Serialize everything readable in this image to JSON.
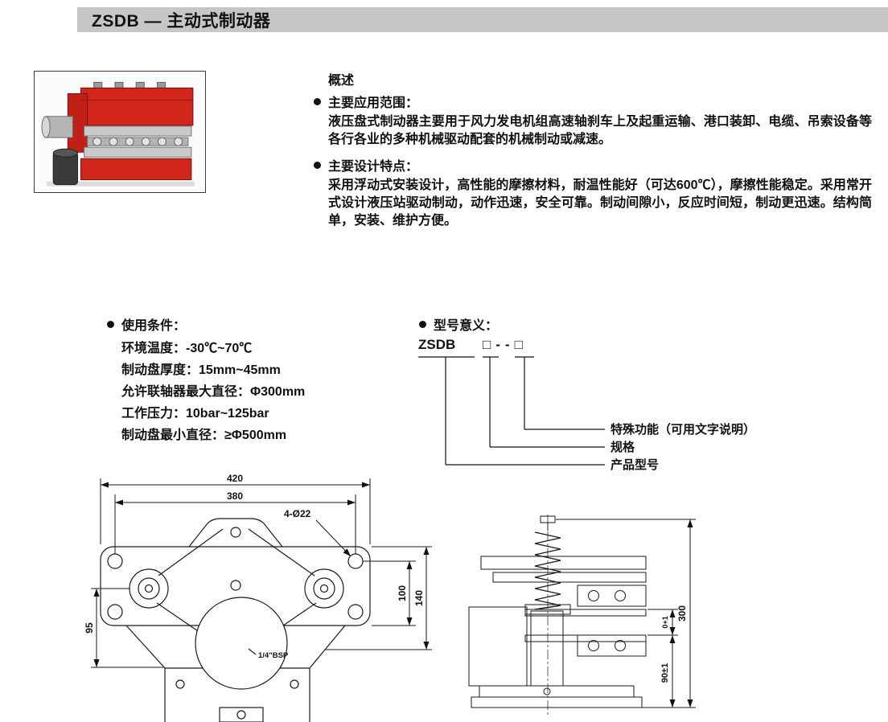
{
  "page": {
    "title": "ZSDB — 主动式制动器"
  },
  "overview": {
    "heading": "概述",
    "bullets": [
      {
        "label": "主要应用范围：",
        "text": "液压盘式制动器主要用于风力发电机组高速轴刹车上及起重运输、港口装卸、电缆、吊索设备等各行各业的多种机械驱动配套的机械制动或减速。"
      },
      {
        "label": "主要设计特点：",
        "text": "采用浮动式安装设计，高性能的摩擦材料，耐温性能好（可达600℃），摩擦性能稳定。采用常开式设计液压站驱动制动，动作迅速，安全可靠。制动间隙小，反应时间短，制动更迅速。结构简单，安装、维护方便。"
      }
    ]
  },
  "conditions": {
    "heading": "使用条件：",
    "items": [
      "环境温度：-30℃~70℃",
      "制动盘厚度：15mm~45mm",
      "允许联轴器最大直径：Φ300mm",
      "工作压力：10bar~125bar",
      "制动盘最小直径：≥Φ500mm"
    ]
  },
  "model": {
    "heading": "型号意义：",
    "code": "ZSDB",
    "placeholder": "□--□",
    "labels": [
      "特殊功能（可用文字说明）",
      "规格",
      "产品型号"
    ]
  },
  "drawings": {
    "front_view": {
      "dim_width_outer": "420",
      "dim_width_inner": "380",
      "dim_holes": "4-Ø22",
      "dim_height_100": "100",
      "dim_height_140": "140",
      "dim_left_95": "95",
      "port_label": "1/4\"BSP"
    },
    "side_view": {
      "dim_total_height": "300",
      "dim_base_height": "90±1",
      "dim_gap": "0+1"
    }
  }
}
